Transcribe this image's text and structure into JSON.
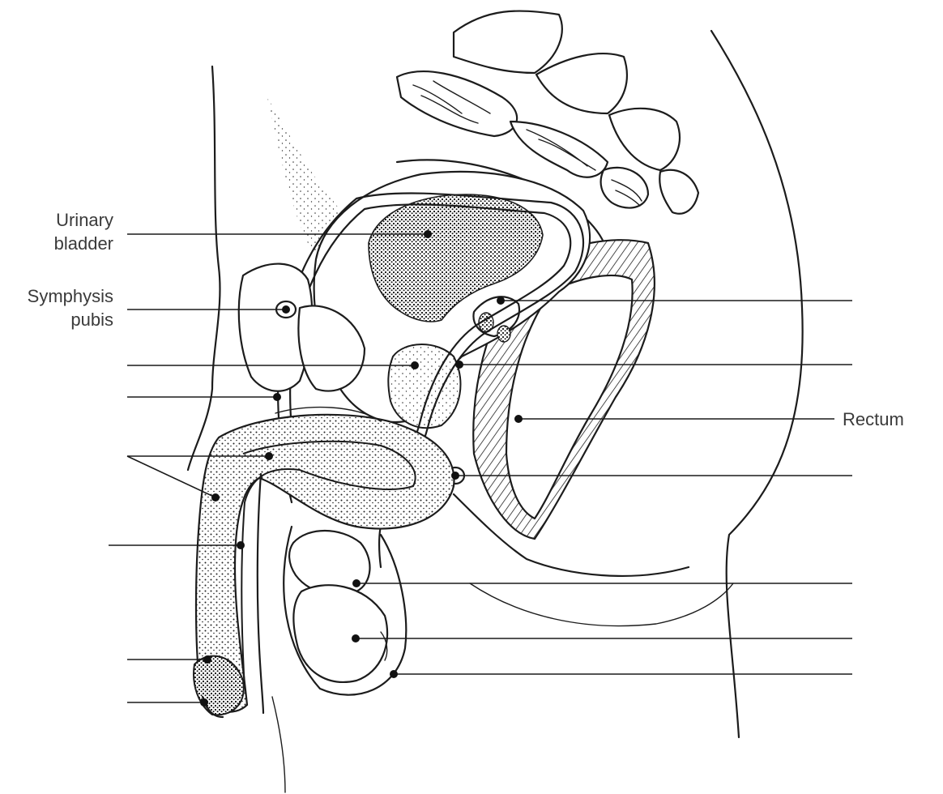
{
  "labels": {
    "urinary_bladder": [
      "Urinary",
      "bladder"
    ],
    "symphysis_pubis": [
      "Symphysis",
      "pubis"
    ],
    "rectum": "Rectum"
  }
}
